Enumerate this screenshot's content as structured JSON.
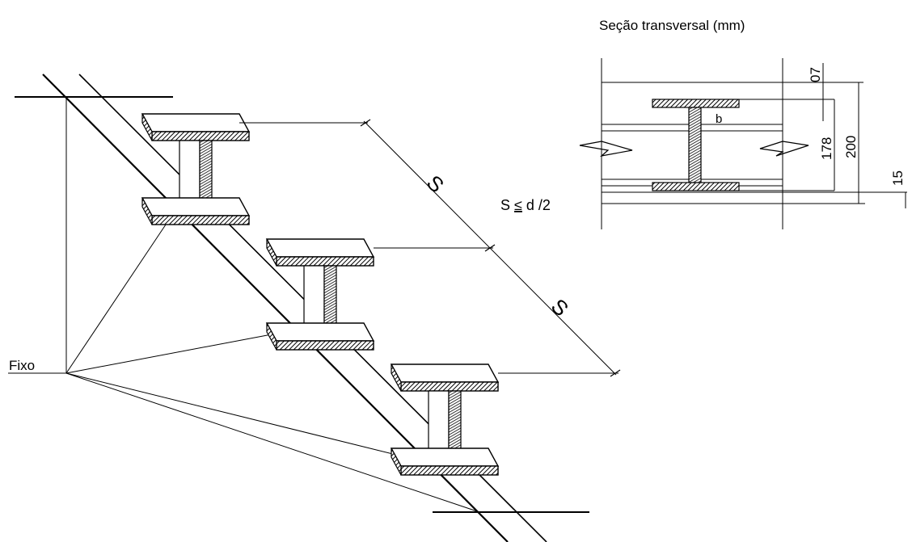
{
  "title": "Seção transversal (mm)",
  "labels": {
    "fixo": "Fixo",
    "spacing_s": "S",
    "condition_prefix": "S ",
    "condition_le": "≤",
    "condition_suffix": " d /2"
  },
  "dimensions": {
    "top": "07",
    "inner": "178",
    "total": "200",
    "bottom": "15",
    "web_mark": "b"
  }
}
